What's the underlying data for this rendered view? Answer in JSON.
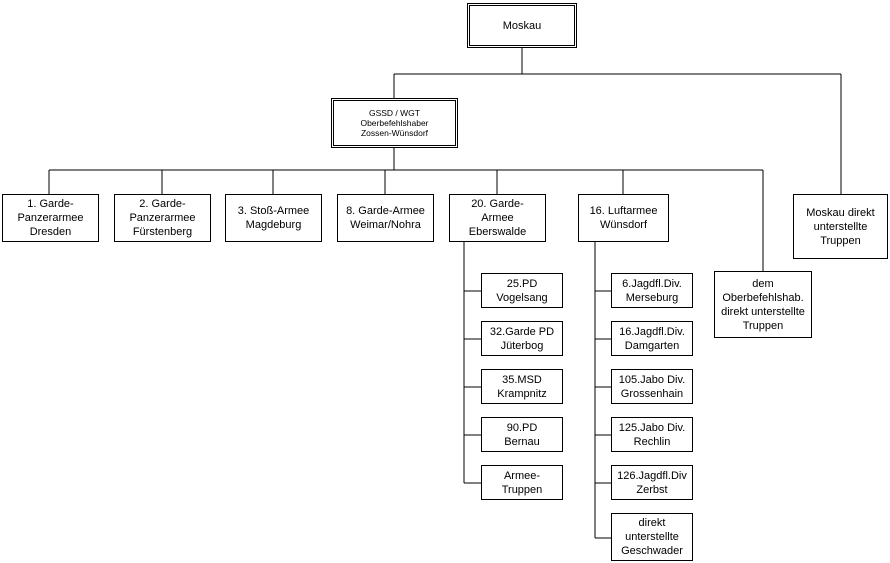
{
  "root": "Moskau",
  "hq": "GSSD / WGT\nOberbefehlshaber\nZossen-Wünsdorf",
  "armies": [
    "1. Garde-\nPanzerarmee\nDresden",
    "2. Garde-\nPanzerarmee\nFürstenberg",
    "3. Stoß-Armee\nMagdeburg",
    "8. Garde-Armee\nWeimar/Nohra",
    "20. Garde-\nArmee\nEberswalde",
    "16. Luftarmee\nWünsdorf"
  ],
  "hq_direct": "dem\nOberbefehlshab.\ndirekt unterstellte\nTruppen",
  "moscow_direct": "Moskau direkt\nunterstellte\nTruppen",
  "army20_units": [
    "25.PD\nVogelsang",
    "32.Garde PD\nJüterbog",
    "35.MSD\nKrampnitz",
    "90.PD\nBernau",
    "Armee-\nTruppen"
  ],
  "air16_units": [
    "6.Jagdfl.Div.\nMerseburg",
    "16.Jagdfl.Div.\nDamgarten",
    "105.Jabo Div.\nGrossenhain",
    "125.Jabo Div.\nRechlin",
    "126.Jagdfl.Div\nZerbst",
    "direkt\nunterstellte\nGeschwader"
  ]
}
